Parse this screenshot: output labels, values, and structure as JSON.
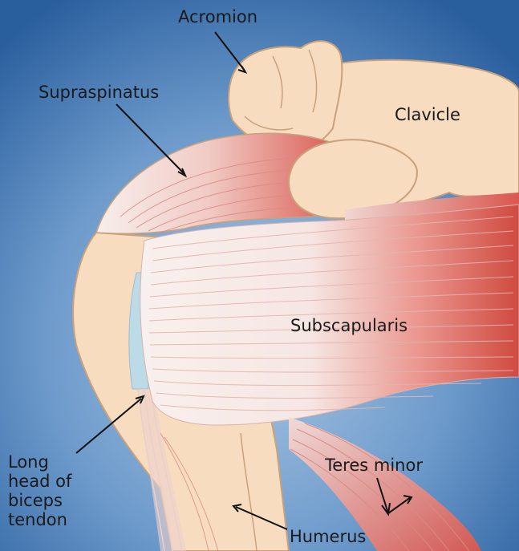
{
  "labels": {
    "acromion": "Acromion",
    "supraspinatus": "Supraspinatus",
    "clavicle": "Clavicle",
    "subscapularis": "Subscapularis",
    "teres_minor": "Teres minor",
    "humerus": "Humerus",
    "biceps_line1": "Long",
    "biceps_line2": "head of",
    "biceps_line3": "biceps",
    "biceps_line4": "tendon"
  },
  "colors": {
    "background_edge": "#2a5f9e",
    "background_center": "#a9c6e2",
    "bone": "#f7dcc0",
    "bone_outline": "#c9a27c",
    "muscle": "#d9574f",
    "tendon": "#f8f0ee",
    "cartilage": "#bcdbe6"
  }
}
